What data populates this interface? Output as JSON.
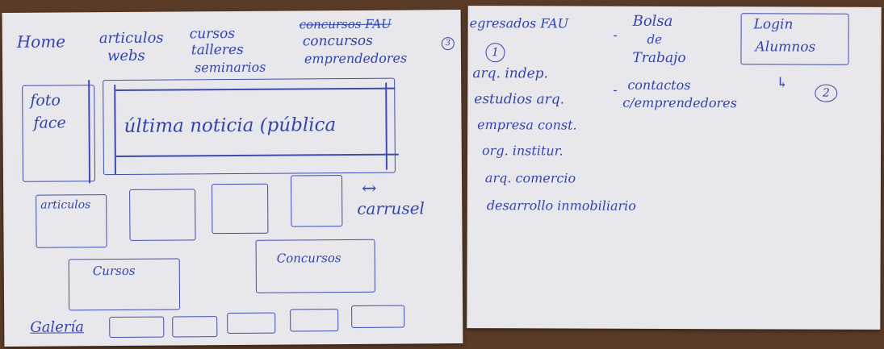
{
  "left_sheet": {
    "nav": {
      "home": "Home",
      "articulos_line1": "articulos",
      "articulos_line2": "webs",
      "cursos_line1": "cursos",
      "cursos_line2": "talleres",
      "cursos_line3": "seminarios",
      "concursos_struck": "concursos FAU",
      "concursos_line1": "concursos",
      "concursos_line2": "emprendedores",
      "marker": "3"
    },
    "foto_label_line1": "foto",
    "foto_label_line2": "face",
    "hero_label": "última noticia (pública",
    "articulos_box": "articulos",
    "carrusel_arrow": "↔",
    "carrusel_label": "carrusel",
    "cursos_box": "Cursos",
    "concursos_box": "Concursos",
    "galeria_label": "Galería"
  },
  "right_sheet": {
    "egresados_title": "egresados FAU",
    "marker_1": "1",
    "egresados_items": [
      "arq. indep.",
      "estudios arq.",
      "empresa const.",
      "org. institur.",
      "arq. comercio",
      "desarrollo inmobiliario"
    ],
    "bolsa_line1": "Bolsa",
    "bolsa_line2": "de",
    "bolsa_line3": "Trabajo",
    "contactos_line1": "contactos",
    "contactos_line2": "c/emprendedores",
    "login_line1": "Login",
    "login_line2": "Alumnos",
    "marker_2": "2"
  }
}
